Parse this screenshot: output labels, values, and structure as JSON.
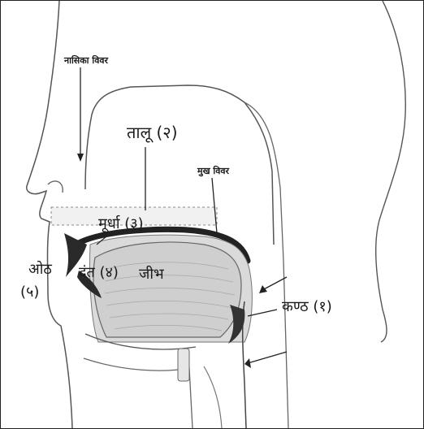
{
  "labels": {
    "nasika_vivar": "नासिका विवर",
    "talu": "तालू (२)",
    "mukh_vivar": "मुख विवर",
    "murdha": "मूर्धा (३)",
    "oth": "ओठ",
    "oth_num": "(५)",
    "dant": "दंत (४)",
    "jeebh": "जीभ",
    "kanth": "कण्ठ (१)"
  }
}
